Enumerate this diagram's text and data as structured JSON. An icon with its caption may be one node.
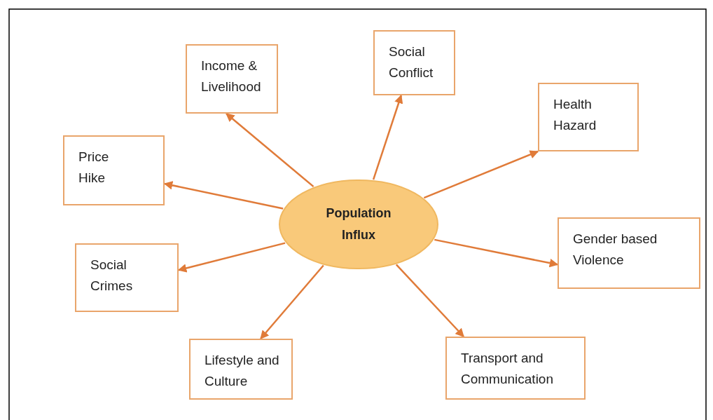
{
  "diagram": {
    "nodes": [
      {
        "text": [
          "Population Influx"
        ]
      },
      {
        "text": [
          "Income & Livelihood"
        ]
      },
      {
        "text": [
          "Social Conflict"
        ]
      },
      {
        "text": [
          "Health Hazard"
        ]
      },
      {
        "text": [
          "Price Hike"
        ]
      },
      {
        "text": [
          "Gender based Violence"
        ]
      },
      {
        "text": [
          "Social Crimes"
        ]
      },
      {
        "text": [
          "Lifestyle and Culture"
        ]
      },
      {
        "text": [
          "Transport and Communication"
        ]
      }
    ],
    "edges": [
      {
        "from": 0,
        "to": 1,
        "arrow": "to"
      },
      {
        "from": 0,
        "to": 2,
        "arrow": "to"
      },
      {
        "from": 0,
        "to": 3,
        "arrow": "to"
      },
      {
        "from": 0,
        "to": 4,
        "arrow": "to"
      },
      {
        "from": 0,
        "to": 5,
        "arrow": "to"
      },
      {
        "from": 0,
        "to": 6,
        "arrow": "to"
      },
      {
        "from": 0,
        "to": 7,
        "arrow": "to"
      },
      {
        "from": 0,
        "to": 8,
        "arrow": "to"
      }
    ]
  }
}
